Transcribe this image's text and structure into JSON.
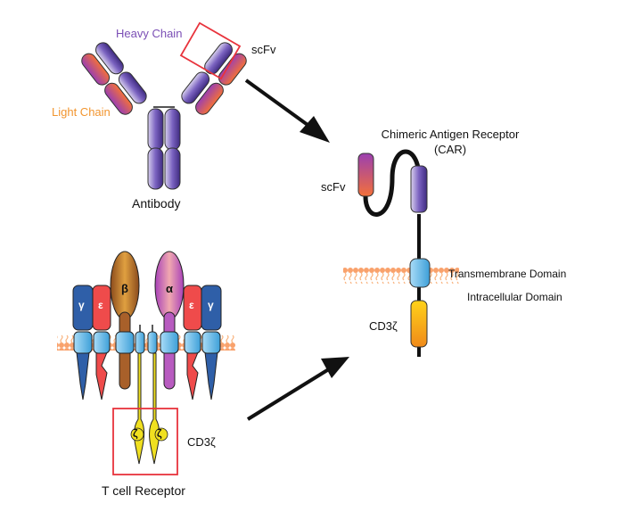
{
  "antibody": {
    "title": "Antibody",
    "heavy_chain_label": "Heavy Chain",
    "light_chain_label": "Light Chain",
    "scfv_label": "scFv"
  },
  "car": {
    "title_line1": "Chimeric Antigen Receptor",
    "title_line2": "(CAR)",
    "scfv_label": "scFv",
    "transmembrane_label": "Transmembrane Domain",
    "intracellular_label": "Intracellular Domain",
    "cd3z_label": "CD3ζ"
  },
  "tcr": {
    "title": "T cell Receptor",
    "cd3z_label": "CD3ζ",
    "subunits": [
      "γ",
      "ε",
      "β",
      "α",
      "ε",
      "γ"
    ],
    "zeta_glyph": "ζ"
  },
  "colors": {
    "heavy": "#5a3d9a",
    "light_start": "#9b3fb0",
    "light_end": "#f3703a",
    "highlight_box": "#e8333c",
    "membrane": "#f7a66a",
    "transmembrane": "#5ab4e6",
    "cd3z_car": "#f5b31a",
    "zeta": "#f0e020",
    "gamma": "#2f5fa8",
    "epsilon": "#ef4b4b",
    "beta": "#a8602a",
    "alpha": "#b85bc0"
  }
}
